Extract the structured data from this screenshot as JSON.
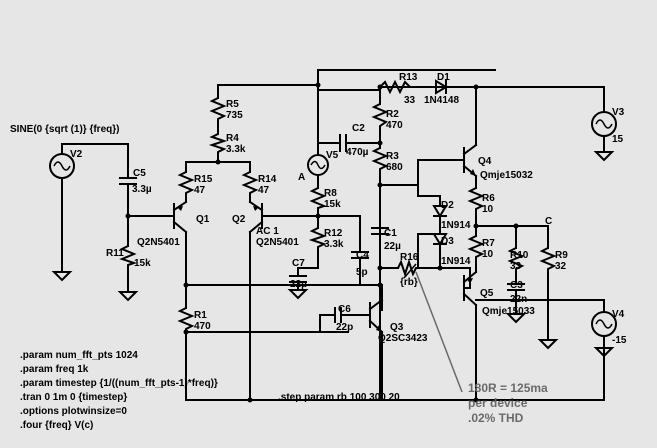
{
  "source": {
    "v2": {
      "name": "V2",
      "expr": "SINE(0 {sqrt (1)} {freq})"
    },
    "v3": {
      "name": "V3",
      "value": "15"
    },
    "v4": {
      "name": "V4",
      "value": "-15"
    },
    "v5": {
      "name": "V5"
    }
  },
  "resistors": {
    "r1": {
      "name": "R1",
      "value": "470"
    },
    "r2": {
      "name": "R2",
      "value": "470"
    },
    "r3": {
      "name": "R3",
      "value": "680"
    },
    "r4": {
      "name": "R4",
      "value": "3.3k"
    },
    "r5": {
      "name": "R5",
      "value": "735"
    },
    "r6": {
      "name": "R6",
      "value": "10"
    },
    "r7": {
      "name": "R7",
      "value": "10"
    },
    "r8": {
      "name": "R8",
      "value": "15k"
    },
    "r9": {
      "name": "R9",
      "value": "32"
    },
    "r10": {
      "name": "R10",
      "value": "33"
    },
    "r11": {
      "name": "R11",
      "value": "15k"
    },
    "r12": {
      "name": "R12",
      "value": "3.3k"
    },
    "r13": {
      "name": "R13",
      "value": "33"
    },
    "r14": {
      "name": "R14",
      "value": "47"
    },
    "r15": {
      "name": "R15",
      "value": "47"
    },
    "r16": {
      "name": "R16",
      "value": "{rb}"
    }
  },
  "capacitors": {
    "c1": {
      "name": "C1",
      "value": "22µ"
    },
    "c2": {
      "name": "C2",
      "value": "470µ"
    },
    "c3": {
      "name": "C3",
      "value": "22n"
    },
    "c4": {
      "name": "C4",
      "value": "5p"
    },
    "c5": {
      "name": "C5",
      "value": "3.3µ"
    },
    "c6": {
      "name": "C6",
      "value": "22p"
    },
    "c7": {
      "name": "C7",
      "value": "22µ"
    }
  },
  "diodes": {
    "d1": {
      "name": "D1",
      "value": "1N4148"
    },
    "d2": {
      "name": "D2",
      "value": "1N914"
    },
    "d3": {
      "name": "D3",
      "value": "1N914"
    }
  },
  "transistors": {
    "q1": {
      "name": "Q1",
      "model": "Q2N5401"
    },
    "q2": {
      "name": "Q2",
      "model": "Q2N5401"
    },
    "q3": {
      "name": "Q3",
      "model": "Q2SC3423"
    },
    "q4": {
      "name": "Q4",
      "model": "Qmje15032"
    },
    "q5": {
      "name": "Q5",
      "model": "Qmje15033"
    }
  },
  "nets": {
    "a": "A",
    "c": "C",
    "ac": "AC 1"
  },
  "directives": [
    ".param num_fft_pts 1024",
    ".param freq 1k",
    ".param timestep {1/((num_fft_pts-1)*freq)}",
    ".tran 0 1m 0 {timestep}",
    ".options plotwinsize=0",
    ".four {freq} V(c)"
  ],
  "step": ".step param rb 100 300 20",
  "note": {
    "line1": "180R = 125ma",
    "line2": "per device",
    "line3": ".02% THD"
  }
}
